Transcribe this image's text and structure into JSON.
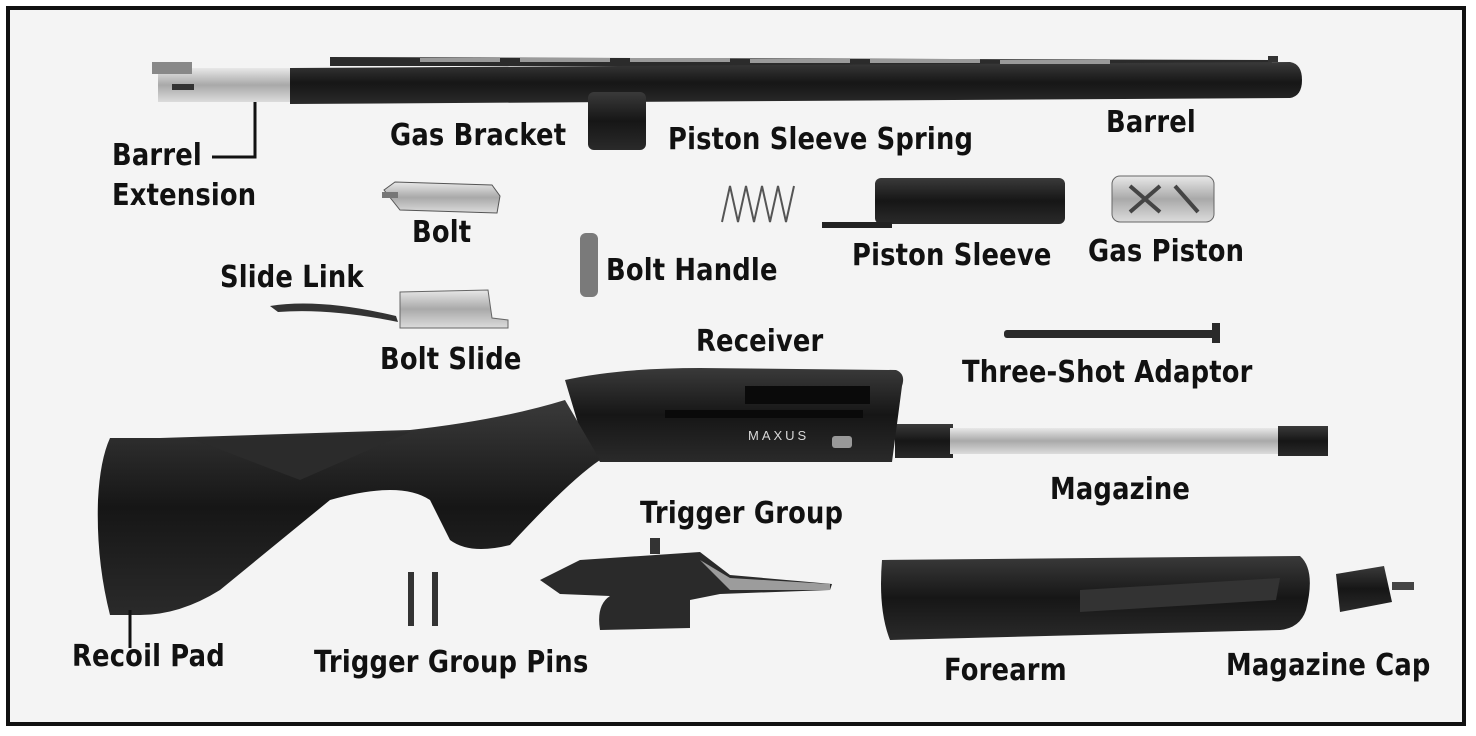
{
  "labels": {
    "barrel_extension_line1": "Barrel",
    "barrel_extension_line2": "Extension",
    "gas_bracket": "Gas Bracket",
    "piston_sleeve_spring": "Piston Sleeve Spring",
    "barrel": "Barrel",
    "bolt": "Bolt",
    "bolt_handle": "Bolt Handle",
    "piston_sleeve": "Piston Sleeve",
    "gas_piston": "Gas Piston",
    "slide_link": "Slide Link",
    "bolt_slide": "Bolt Slide",
    "receiver": "Receiver",
    "three_shot_adaptor": "Three-Shot Adaptor",
    "magazine": "Magazine",
    "trigger_group": "Trigger Group",
    "recoil_pad": "Recoil Pad",
    "trigger_group_pins": "Trigger Group Pins",
    "forearm": "Forearm",
    "magazine_cap": "Magazine Cap"
  },
  "receiver_text": "MAXUS",
  "colors": {
    "frame": "#111111",
    "background": "#f4f4f4",
    "part_dark": "#1c1c1c",
    "part_metal": "#b8b8b8"
  }
}
